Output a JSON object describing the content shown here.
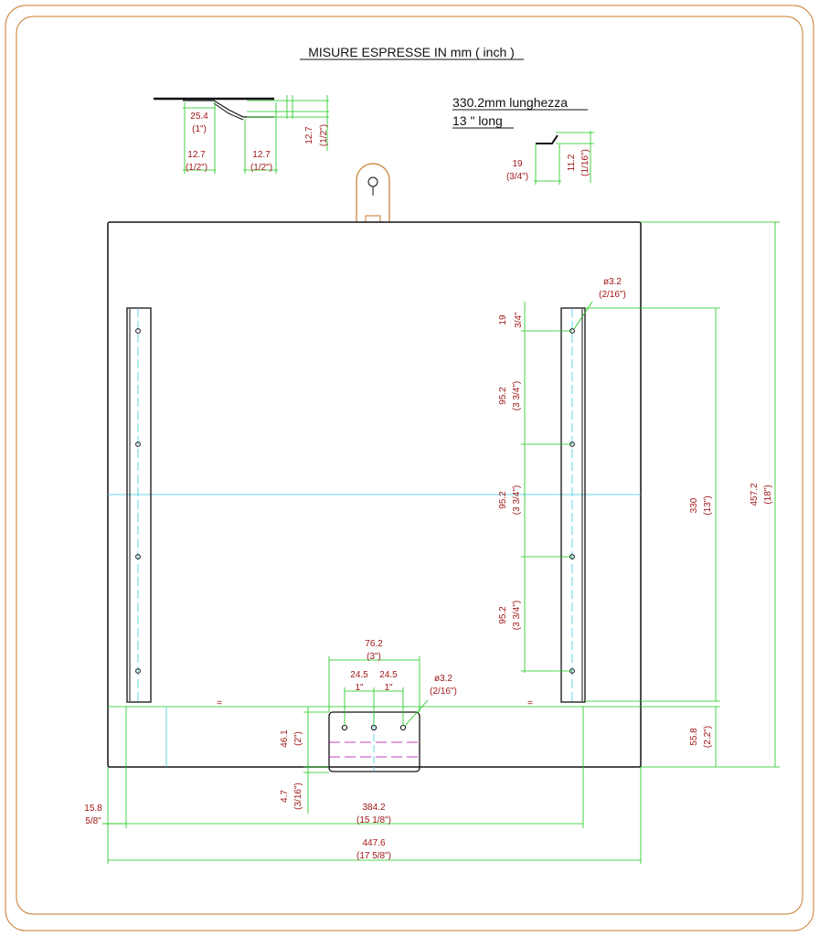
{
  "title": "MISURE ESPRESSE IN mm ( inch )",
  "length_note": {
    "mm": "330.2mm lunghezza",
    "inch": "13 \" long"
  },
  "profile_detail": {
    "d_25_4": "25.4",
    "d_1in": "(1\")",
    "d_12_7_a": "12.7",
    "d_half_a": "(1/2\")",
    "d_12_7_b": "12.7",
    "d_half_b": "(1/2\")",
    "d_12_7_c": "12.7",
    "d_half_c": "(1/2\")"
  },
  "angle_detail": {
    "d_19": "19",
    "d_3_4": "(3/4\")",
    "d_11_2": "11.2",
    "d_1_16": "(1/16\")"
  },
  "hole_callout_top": {
    "dia": "ø3.2",
    "inch": "(2/16\")"
  },
  "hole_callout_bottom": {
    "dia": "ø3.2",
    "inch": "(2/16\")"
  },
  "rail_spacing": {
    "d_19": "19",
    "d_19_in": "3/4\"",
    "d_95_a": "95.2",
    "d_95_a_in": "(3 3/4\")",
    "d_95_b": "95.2",
    "d_95_b_in": "(3 3/4\")",
    "d_95_c": "95.2",
    "d_95_c_in": "(3 3/4\")"
  },
  "right_dims": {
    "d_330": "330",
    "d_330_in": "(13\")",
    "d_457": "457.2",
    "d_457_in": "(18\")",
    "d_55": "55.8",
    "d_55_in": "(2.2\")"
  },
  "tab_dims": {
    "d_76": "76.2",
    "d_76_in": "(3\")",
    "d_24_a": "24.5",
    "d_24_a_in": "1\"",
    "d_24_b": "24.5",
    "d_24_b_in": "1\"",
    "d_46": "46.1",
    "d_46_in": "(2\")",
    "d_4_7": "4.7",
    "d_4_7_in": "(3/16\")"
  },
  "bottom_dims": {
    "d_15_8": "15.8",
    "d_15_8_in": "5/8\"",
    "d_384": "384.2",
    "d_384_in": "(15 1/8\")",
    "d_447": "447.6",
    "d_447_in": "(17 5/8\")"
  },
  "equal_mark_left": "=",
  "equal_mark_right": "="
}
